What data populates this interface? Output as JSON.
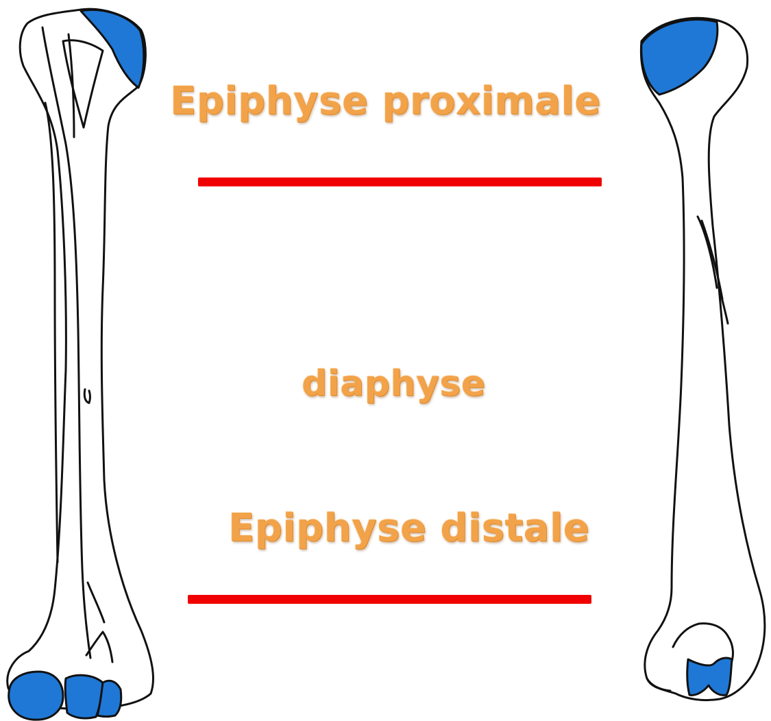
{
  "labels": {
    "proximal_epiphysis": "Epiphyse proximale",
    "diaphysis": "diaphyse",
    "distal_epiphysis": "Epiphyse distale"
  },
  "colors": {
    "label": "#f2a34a",
    "divider": "#f00000",
    "cartilage": "#1f78d6",
    "outline": "#111111"
  }
}
